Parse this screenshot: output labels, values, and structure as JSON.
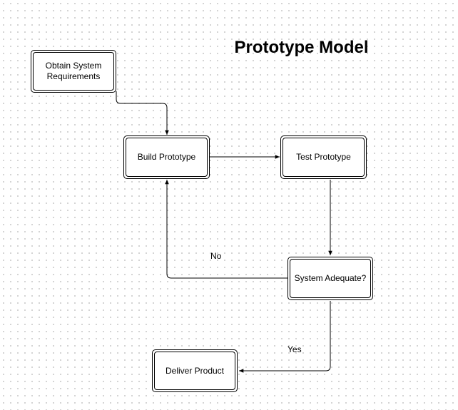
{
  "diagram": {
    "title": "Prototype Model",
    "nodes": {
      "obtain_requirements": "Obtain System Requirements",
      "build_prototype": "Build Prototype",
      "test_prototype": "Test Prototype",
      "system_adequate": "System Adequate?",
      "deliver_product": "Deliver Product"
    },
    "edge_labels": {
      "no": "No",
      "yes": "Yes"
    },
    "colors": {
      "line": "#000000",
      "node_fill": "#ffffff",
      "grid_dot": "#c8c8c8"
    }
  }
}
